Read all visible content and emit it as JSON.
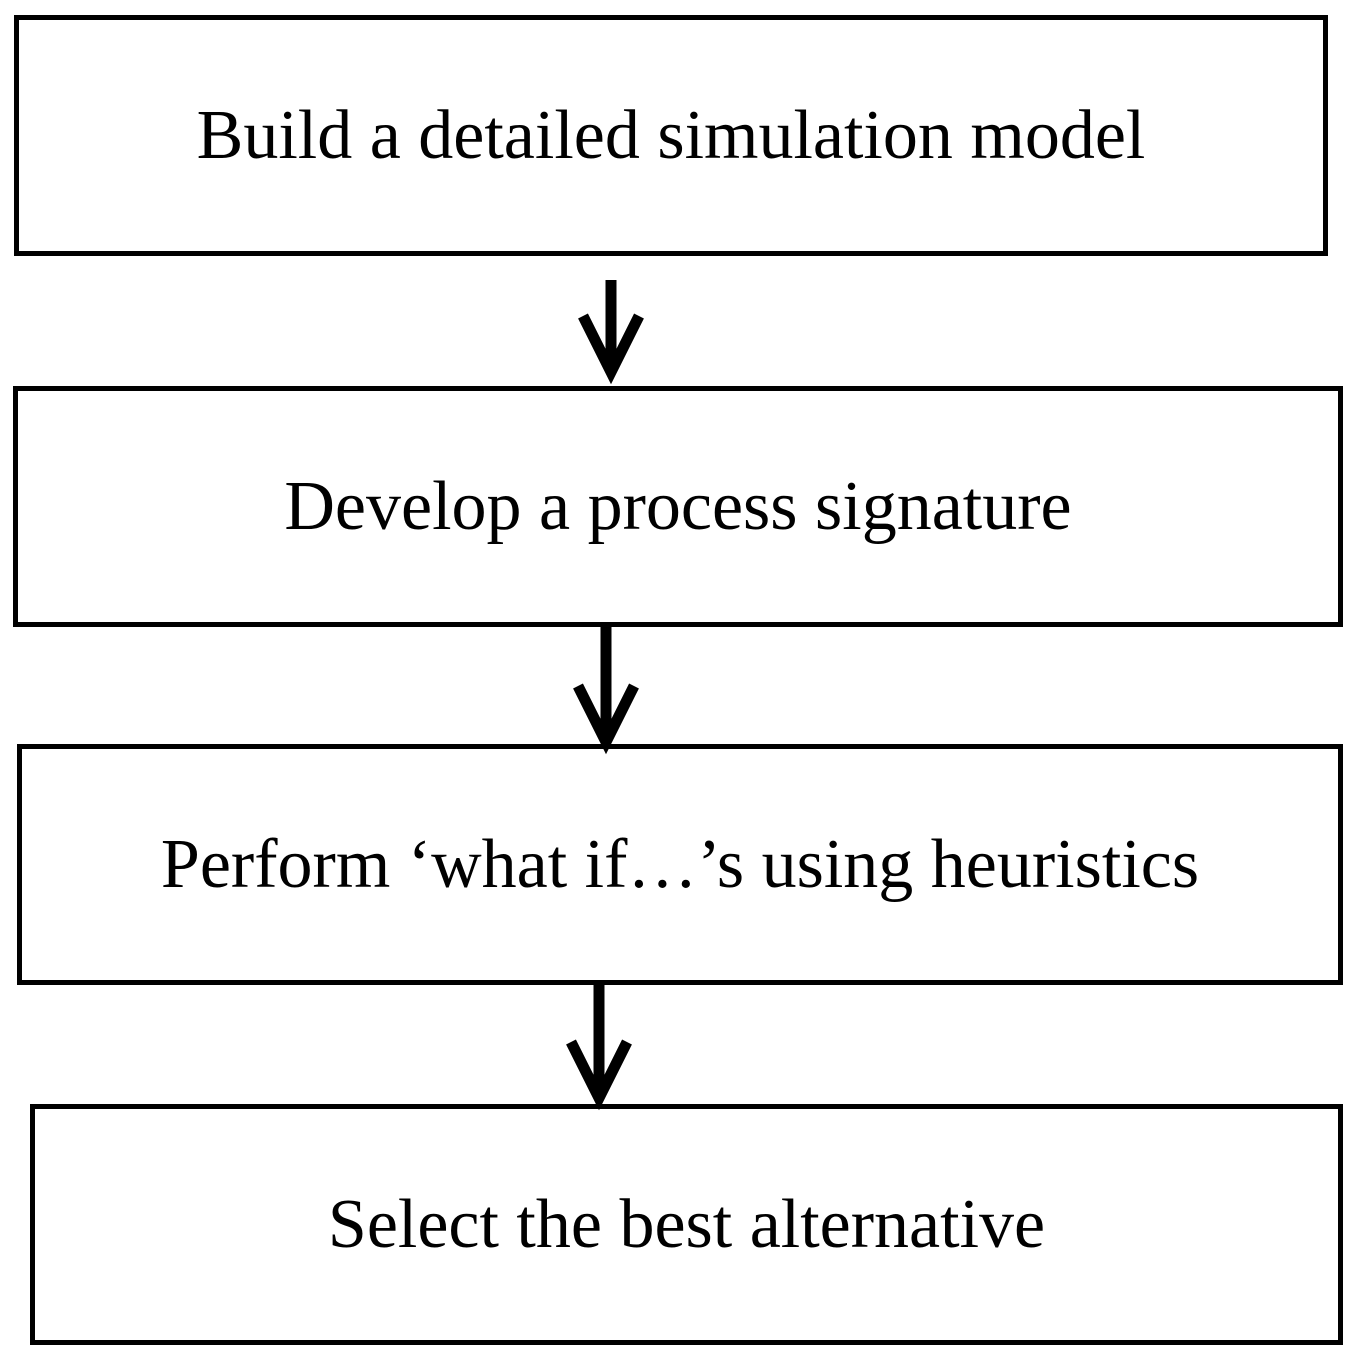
{
  "diagram": {
    "steps": [
      {
        "label": "Build a detailed simulation model"
      },
      {
        "label": "Develop a process signature"
      },
      {
        "label": "Perform ‘what if…’s using heuristics"
      },
      {
        "label": "Select the best alternative"
      }
    ]
  },
  "colors": {
    "stroke": "#000000",
    "background": "#ffffff"
  },
  "icons": [
    "arrow-down-icon"
  ]
}
